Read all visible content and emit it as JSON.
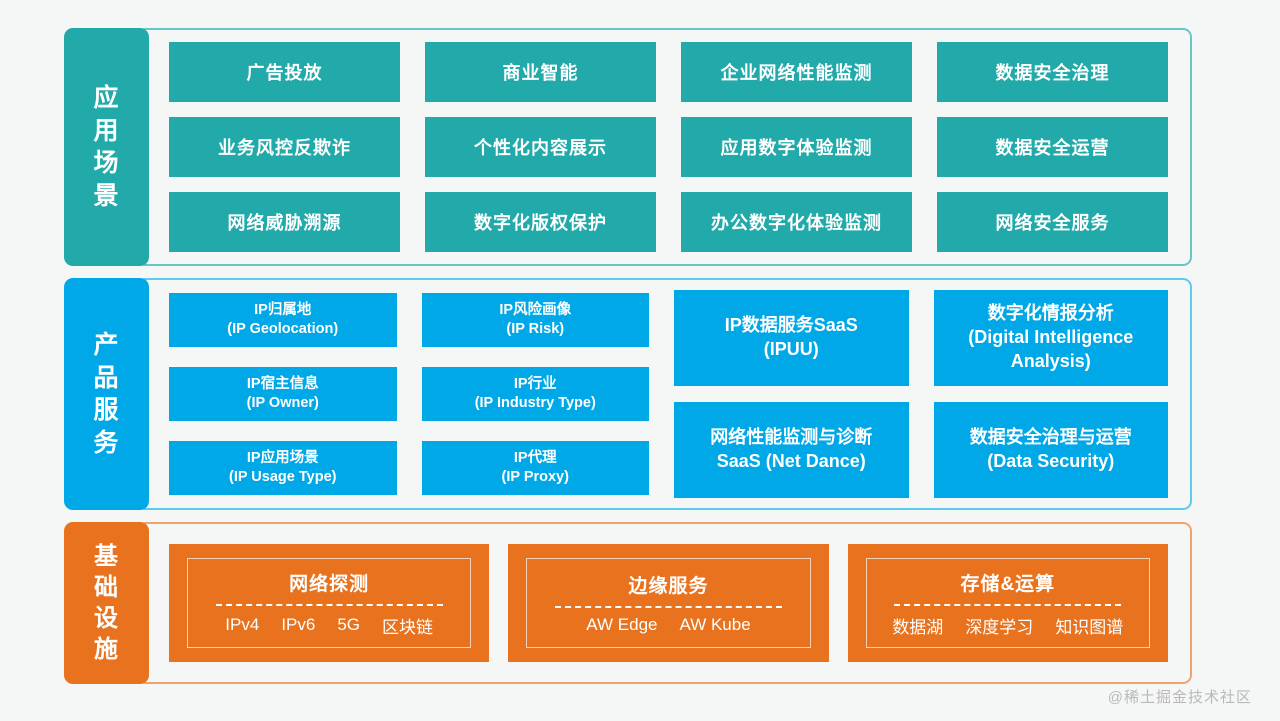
{
  "layers": [
    {
      "id": "application-scenarios",
      "tab_label": "应用场景",
      "tab_chars": [
        "应",
        "用",
        "场",
        "景"
      ],
      "color": "#22a9a9",
      "border_color": "#63c8c6",
      "items": [
        "广告投放",
        "商业智能",
        "企业网络性能监测",
        "数据安全治理",
        "业务风控反欺诈",
        "个性化内容展示",
        "应用数字体验监测",
        "数据安全运营",
        "网络威胁溯源",
        "数字化版权保护",
        "办公数字化体验监测",
        "网络安全服务"
      ]
    },
    {
      "id": "product-services",
      "tab_label": "产品服务",
      "tab_chars": [
        "产",
        "品",
        "服",
        "务"
      ],
      "color": "#00a8e8",
      "border_color": "#5ecbee",
      "left_items": [
        {
          "cn": "IP归属地",
          "en": "(IP Geolocation)"
        },
        {
          "cn": "IP风险画像",
          "en": "(IP Risk)"
        },
        {
          "cn": "IP宿主信息",
          "en": "(IP Owner)"
        },
        {
          "cn": "IP行业",
          "en": "(IP Industry Type)"
        },
        {
          "cn": "IP应用场景",
          "en": "(IP Usage Type)"
        },
        {
          "cn": "IP代理",
          "en": "(IP Proxy)"
        }
      ],
      "right_items": [
        {
          "cn": "IP数据服务SaaS",
          "en": "(IPUU)"
        },
        {
          "cn": "数字化情报分析",
          "en": "(Digital Intelligence Analysis)"
        },
        {
          "cn": "网络性能监测与诊断",
          "en": "SaaS (Net Dance)"
        },
        {
          "cn": "数据安全治理与运营",
          "en": "(Data Security)"
        }
      ]
    },
    {
      "id": "infrastructure",
      "tab_label": "基础设施",
      "tab_chars": [
        "基",
        "础",
        "设",
        "施"
      ],
      "color": "#e8721e",
      "border_color": "#efa470",
      "cards": [
        {
          "title": "网络探测",
          "tags": [
            "IPv4",
            "IPv6",
            "5G",
            "区块链"
          ]
        },
        {
          "title": "边缘服务",
          "tags": [
            "AW Edge",
            "AW Kube"
          ]
        },
        {
          "title": "存储&运算",
          "tags": [
            "数据湖",
            "深度学习",
            "知识图谱"
          ]
        }
      ]
    }
  ],
  "watermark": "@稀土掘金技术社区"
}
